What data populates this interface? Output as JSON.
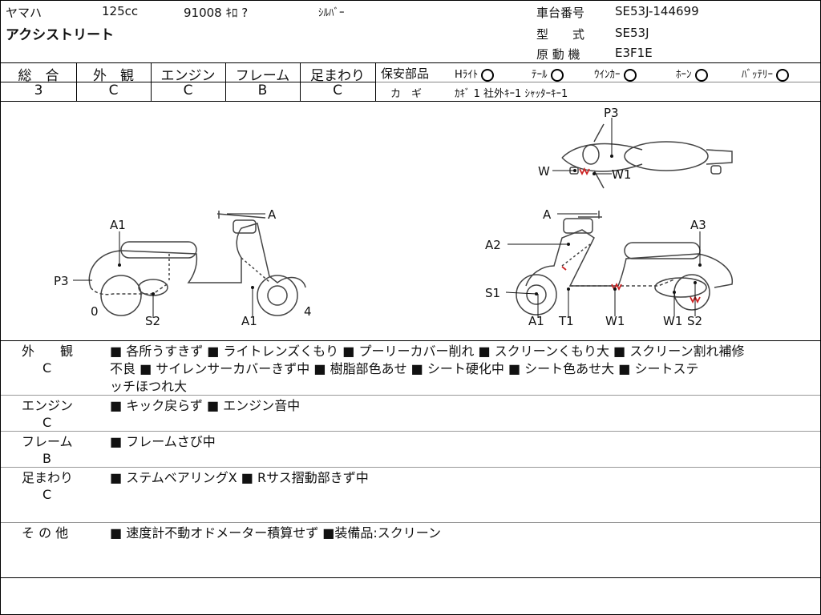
{
  "header": {
    "maker": "ヤマハ",
    "displacement": "125cc",
    "mileage": "91008 ｷﾛ ?",
    "color": "ｼﾙﾊﾞｰ",
    "model_name": "アクシストリート",
    "frame_no_label": "車台番号",
    "frame_no": "SE53J-144699",
    "type_label": "型　　式",
    "type": "SE53J",
    "engine_label": "原 動 機",
    "engine": "E3F1E"
  },
  "grades": {
    "total_label": "総　合",
    "total": "3",
    "exterior_label": "外　観",
    "exterior": "C",
    "engine_label": "エンジン",
    "engine": "C",
    "frame_label": "フレーム",
    "frame": "B",
    "suspension_label": "足まわり",
    "suspension": "C"
  },
  "safety": {
    "label": "保安部品",
    "items": [
      {
        "name": "Hﾗｲﾄ",
        "status": "O"
      },
      {
        "name": "ﾃｰﾙ",
        "status": "O"
      },
      {
        "name": "ｳｲﾝｶｰ",
        "status": "O"
      },
      {
        "name": "ﾎｰﾝ",
        "status": "O"
      },
      {
        "name": "ﾊﾞｯﾃﾘｰ",
        "status": "O"
      }
    ],
    "key_label": "カ　ギ",
    "key_value": "ｶｷﾞ 1  社外ｷｰ1  ｼｬｯﾀｰｷｰ1"
  },
  "diagram": {
    "left_labels": [
      "A1",
      "A",
      "P3",
      "0",
      "S2",
      "A1",
      "4"
    ],
    "right_labels": [
      "A",
      "A2",
      "A3",
      "S1",
      "A1",
      "T1",
      "W1",
      "W1",
      "S2"
    ],
    "top_labels": [
      "P3",
      "W",
      "W1"
    ],
    "mark_color": "#cc2222"
  },
  "remarks": [
    {
      "label": "外　　観",
      "grade": "C",
      "lines": [
        "■ 各所うすきず ■ ライトレンズくもり ■ プーリーカバー削れ ■ スクリーンくもり大 ■ スクリーン割れ補修",
        "不良 ■ サイレンサーカバーきず中 ■ 樹脂部色あせ ■ シート硬化中 ■ シート色あせ大 ■ シートステ",
        "ッチほつれ大"
      ]
    },
    {
      "label": "エンジン",
      "grade": "C",
      "lines": [
        "■ キック戻らず ■ エンジン音中"
      ]
    },
    {
      "label": "フレーム",
      "grade": "B",
      "lines": [
        "■ フレームさび中"
      ]
    },
    {
      "label": "足まわり",
      "grade": "C",
      "lines": [
        "■ ステムベアリングX ■ Rサス摺動部きず中"
      ]
    },
    {
      "label": "そ の 他",
      "grade": "",
      "lines": [
        "■ 速度計不動オドメーター積算せず ■装備品:スクリーン"
      ]
    }
  ]
}
